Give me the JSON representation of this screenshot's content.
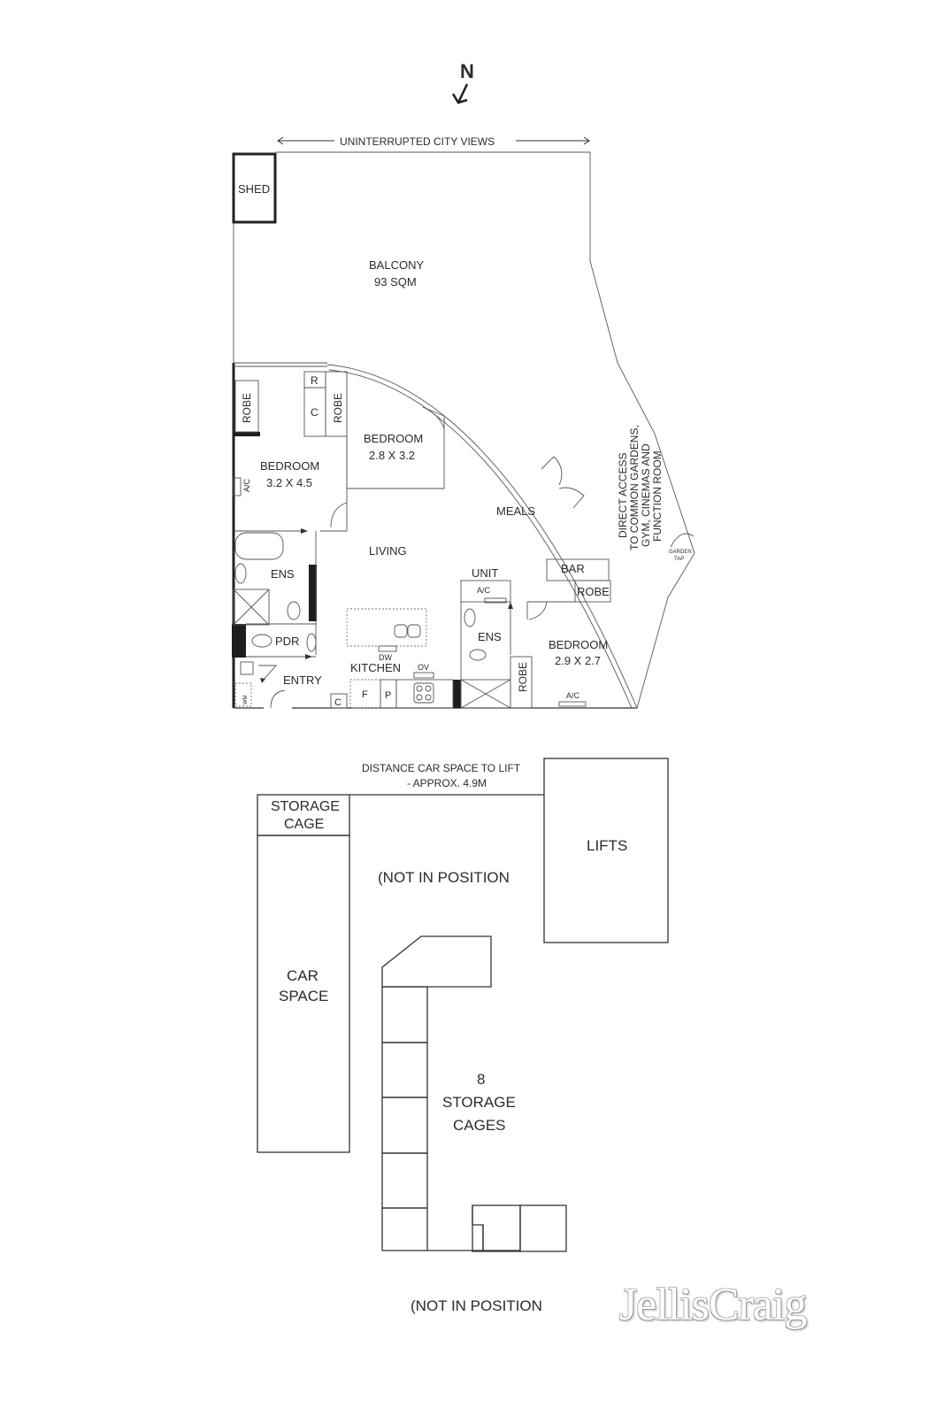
{
  "compass": {
    "label": "N",
    "icon": "north-arrow-icon"
  },
  "views_banner": {
    "label": "UNINTERRUPTED CITY VIEWS"
  },
  "apartment": {
    "shed": {
      "label": "SHED"
    },
    "balcony": {
      "name": "BALCONY",
      "area": "93 SQM"
    },
    "bedroom_1": {
      "name": "BEDROOM",
      "size": "3.2 X 4.5"
    },
    "bedroom_2": {
      "name": "BEDROOM",
      "size": "2.8 X 3.2"
    },
    "bedroom_3": {
      "name": "BEDROOM",
      "size": "2.9 X 2.7"
    },
    "robe_1": "ROBE",
    "robe_2": "ROBE",
    "robe_3": "ROBE",
    "robe_4": "ROBE",
    "r_label": "R",
    "c_label": "C",
    "ac_1": "A/C",
    "ac_2": "A/C",
    "ac_3": "A/C",
    "meals": "MEALS",
    "living": "LIVING",
    "kitchen": "KITCHEN",
    "dw": "DW",
    "ov": "OV",
    "fridge": "F",
    "pantry": "P",
    "cupboard": "C",
    "entry": "ENTRY",
    "wm": "WM",
    "pdr": "PDR",
    "ens_1": "ENS",
    "ens_2": "ENS",
    "unit": "UNIT",
    "bar": "BAR",
    "direct_access": [
      "DIRECT ACCESS",
      "TO COMMON GARDENS,",
      "GYM, CINEMAS AND",
      "FUNCTION ROOM"
    ],
    "garden_tap": [
      "GARDEN",
      "TAP"
    ]
  },
  "carpark": {
    "distance_note": [
      "DISTANCE CAR SPACE TO LIFT",
      "- APPROX. 4.9M"
    ],
    "storage_cage": [
      "STORAGE",
      "CAGE"
    ],
    "car_space": [
      "CAR",
      "SPACE"
    ],
    "not_in_position_1": "(NOT IN POSITION",
    "lifts": "LIFTS",
    "storage_cages": [
      "8",
      "STORAGE",
      "CAGES"
    ],
    "not_in_position_2": "(NOT IN POSITION"
  },
  "branding": {
    "logo": "JellisCraig"
  }
}
